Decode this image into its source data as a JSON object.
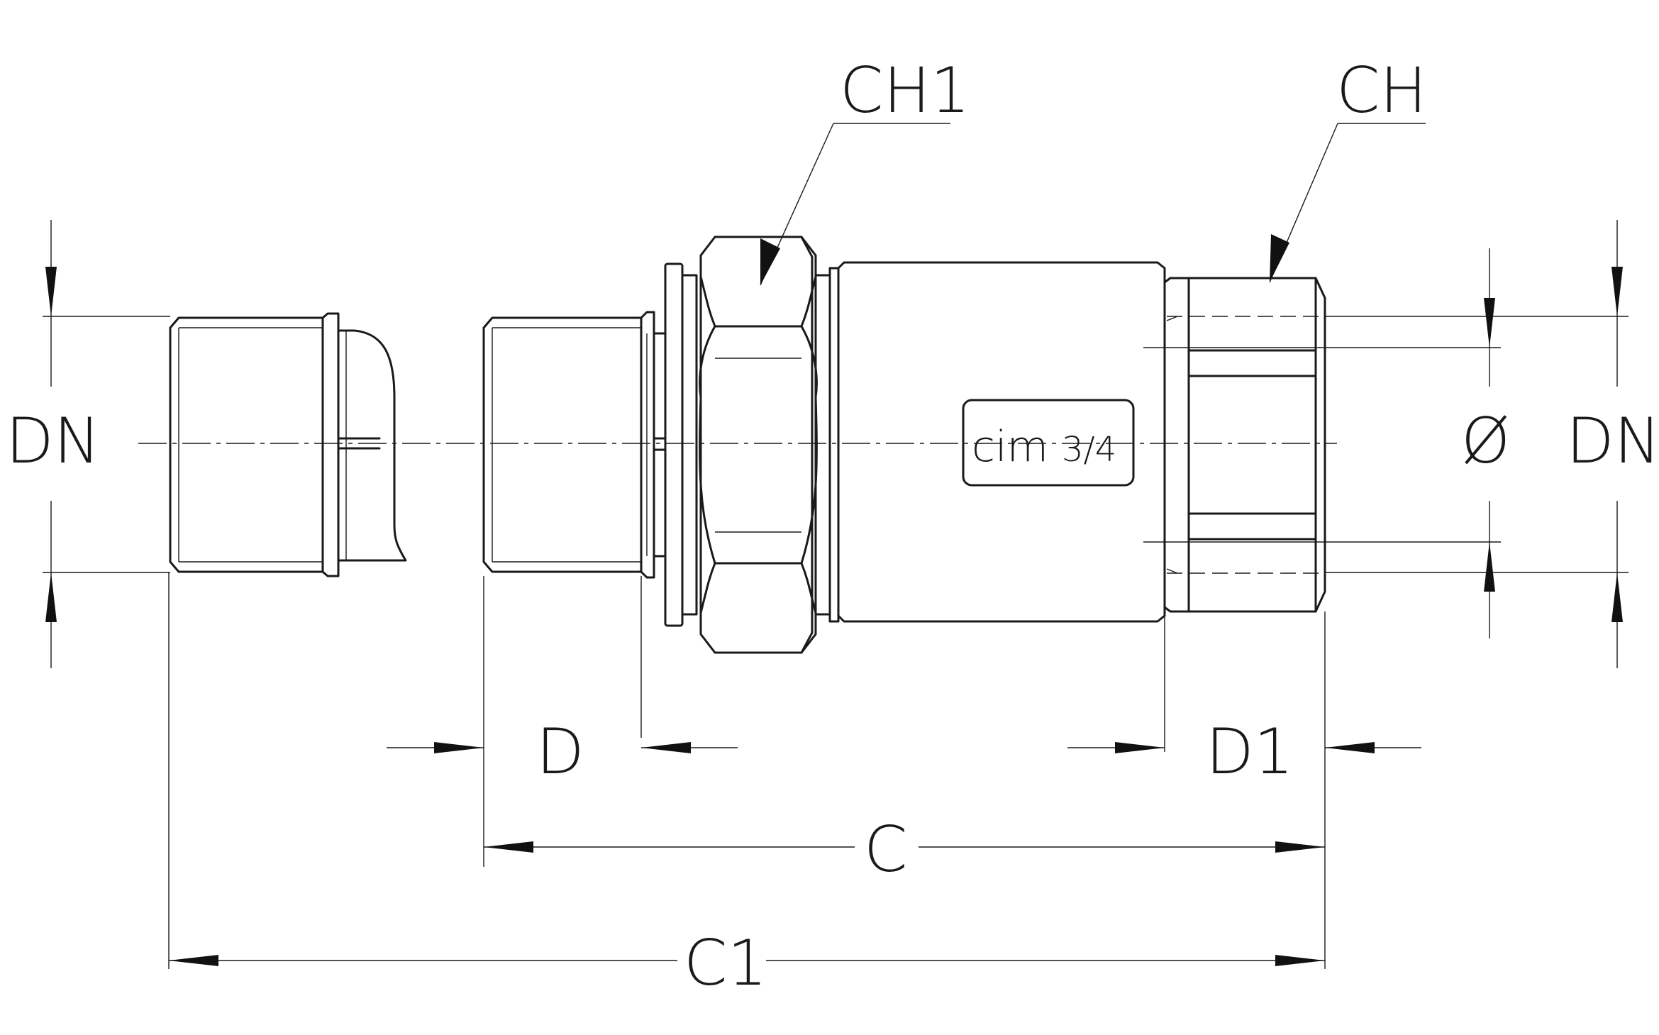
{
  "labels": {
    "dn_left": "DN",
    "dn_right": "DN",
    "diameter": "Ø",
    "ch1": "CH1",
    "ch": "CH",
    "d": "D",
    "d1": "D1",
    "c": "C",
    "c1": "C1"
  },
  "marking": {
    "brand": "cim",
    "size": "3/4"
  },
  "colors": {
    "line": "#1a1a1a",
    "background": "#ffffff"
  }
}
